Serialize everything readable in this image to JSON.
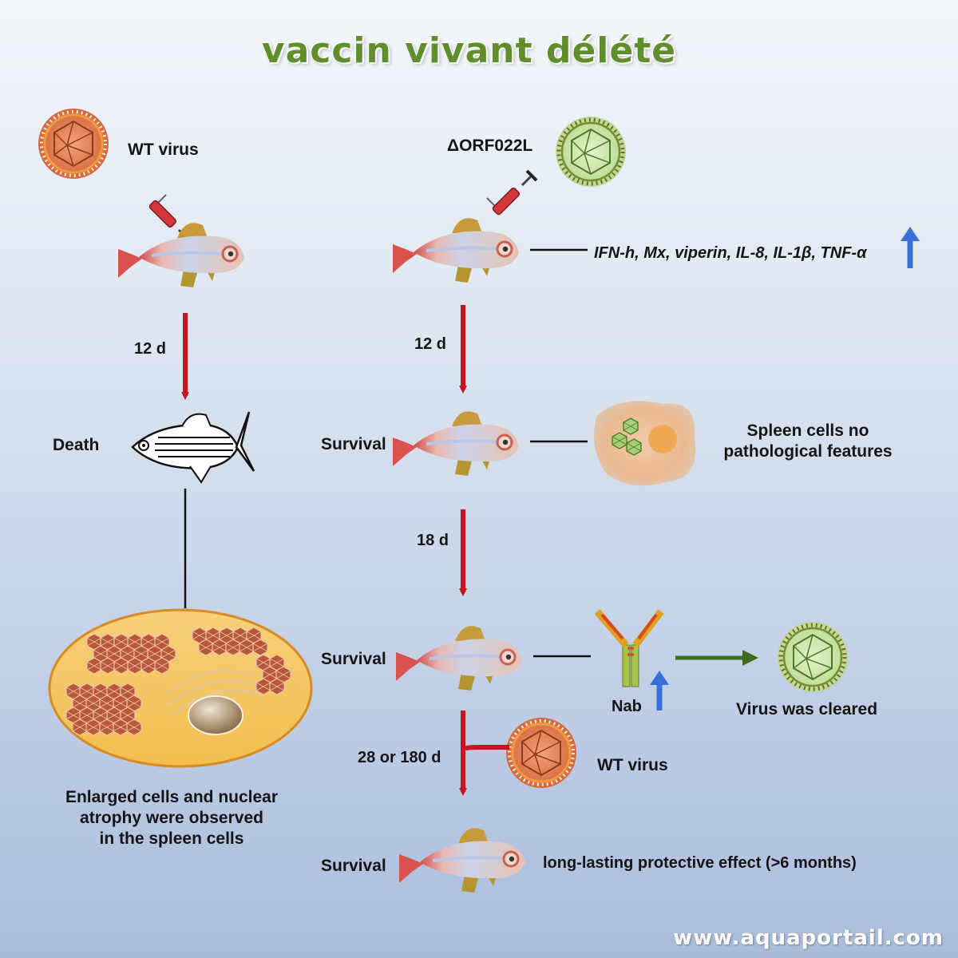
{
  "title": "vaccin vivant délété",
  "left": {
    "virus_label": "WT virus",
    "interval": "12 d",
    "outcome": "Death",
    "caption": [
      "Enlarged cells and nuclear",
      "atrophy were observed",
      "in the spleen cells"
    ]
  },
  "right": {
    "virus_label": "ΔORF022L",
    "genes": "IFN-h, Mx, viperin, IL-8, IL-1β, TNF-α",
    "interval1": "12 d",
    "outcome1": "Survival",
    "spleen_note": [
      "Spleen cells no",
      "pathological features"
    ],
    "interval2": "18 d",
    "outcome2": "Survival",
    "nab_label": "Nab",
    "cleared_label": "Virus was cleared",
    "interval3": "28 or 180 d",
    "challenge_label": "WT virus",
    "outcome3": "Survival",
    "protection": "long-lasting protective effect (>6 months)"
  },
  "watermark": "www.aquaportail.com",
  "colors": {
    "title": "#5f8f2a",
    "arrow_red": "#c8141c",
    "arrow_blue": "#3a6fd8",
    "arrow_green": "#3d6a1e",
    "wt_virus": "#d5663a",
    "deleted_virus": "#8fb85e"
  }
}
